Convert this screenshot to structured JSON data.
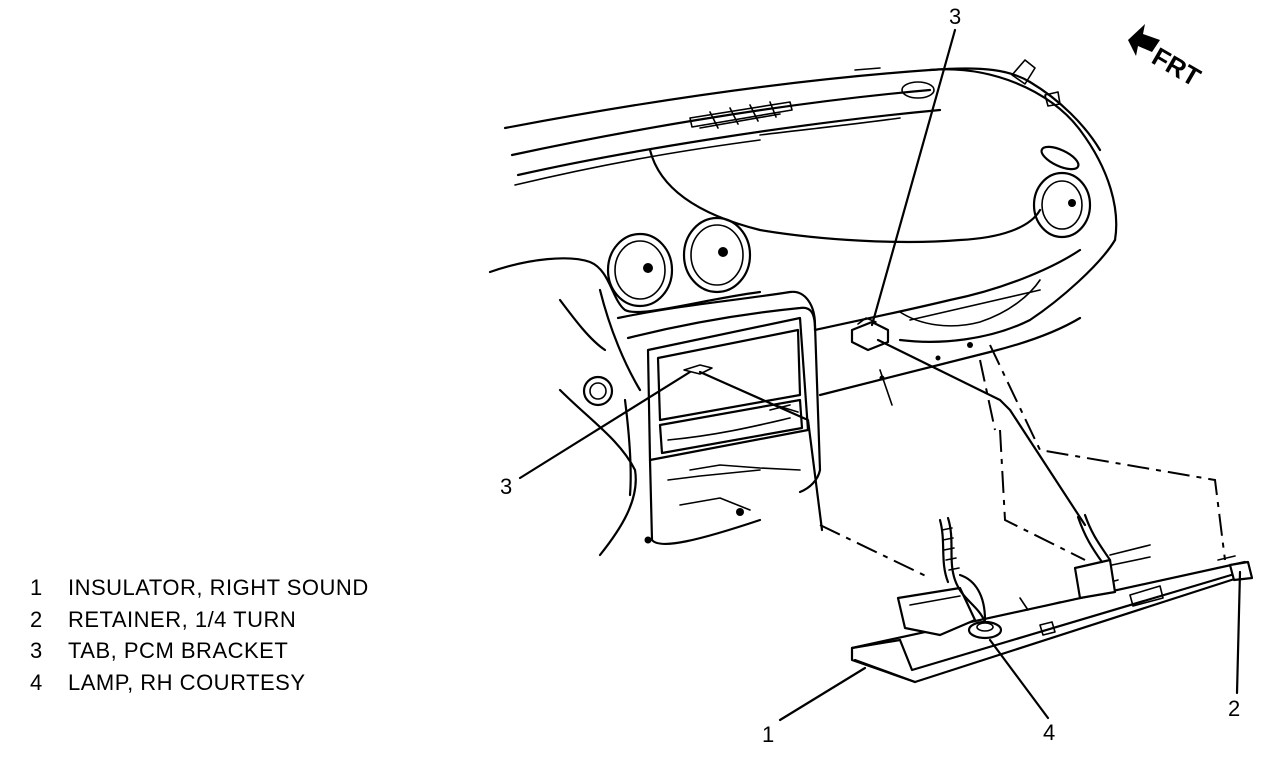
{
  "legend": [
    {
      "number": "1",
      "text": "INSULATOR, RIGHT SOUND"
    },
    {
      "number": "2",
      "text": "RETAINER, 1/4 TURN"
    },
    {
      "number": "3",
      "text": "TAB, PCM BRACKET"
    },
    {
      "number": "4",
      "text": "LAMP, RH COURTESY"
    }
  ],
  "callouts": {
    "tab_top": "3",
    "tab_left": "3",
    "insulator": "1",
    "lamp": "4",
    "retainer": "2"
  },
  "direction_label": "FRT"
}
